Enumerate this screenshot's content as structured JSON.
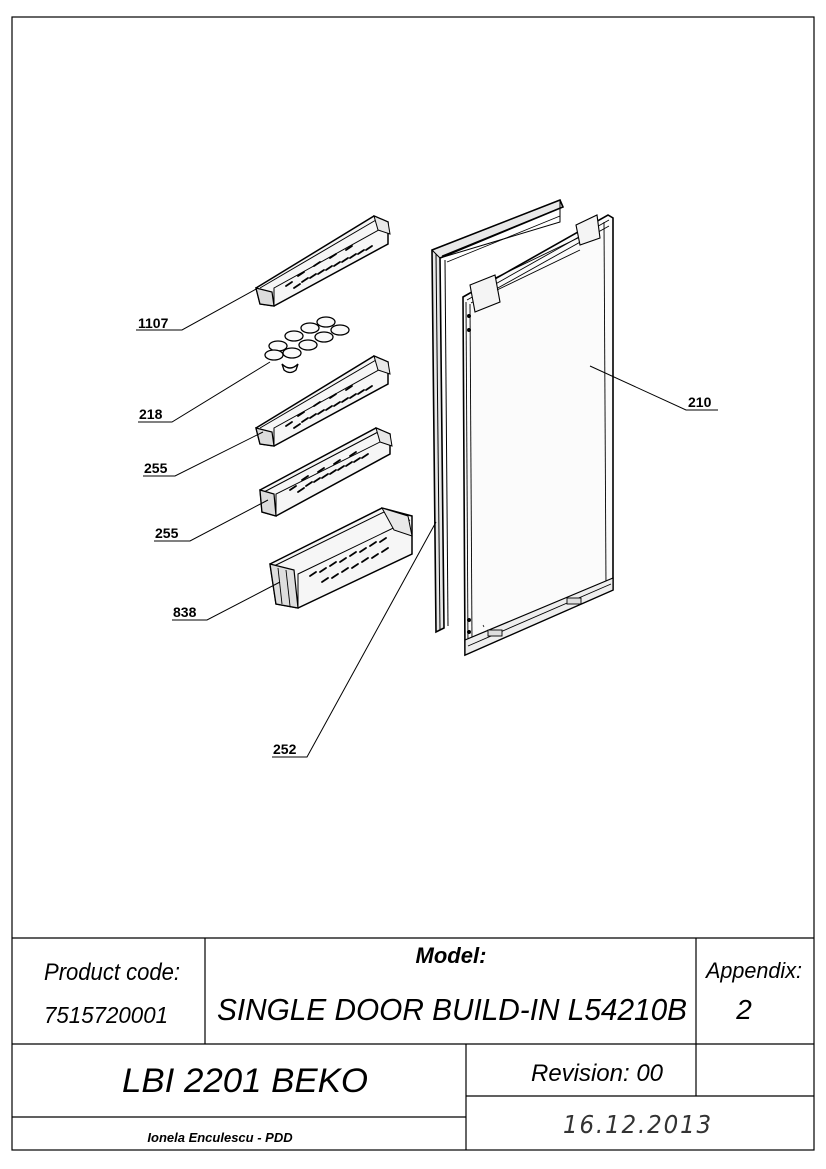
{
  "callouts": {
    "part_1107": "1107",
    "part_218": "218",
    "part_255_a": "255",
    "part_255_b": "255",
    "part_838": "838",
    "part_252": "252",
    "part_210": "210"
  },
  "title_block": {
    "product_code_label": "Product code:",
    "product_code_value": "7515720001",
    "model_label": "Model:",
    "model_value": "SINGLE DOOR BUILD-IN L54210B",
    "appendix_label": "Appendix:",
    "appendix_value": "2",
    "product_name": "LBI 2201 BEKO",
    "revision": "Revision: 00",
    "author": "Ionela Enculescu - PDD",
    "date": "16.12.2013"
  }
}
